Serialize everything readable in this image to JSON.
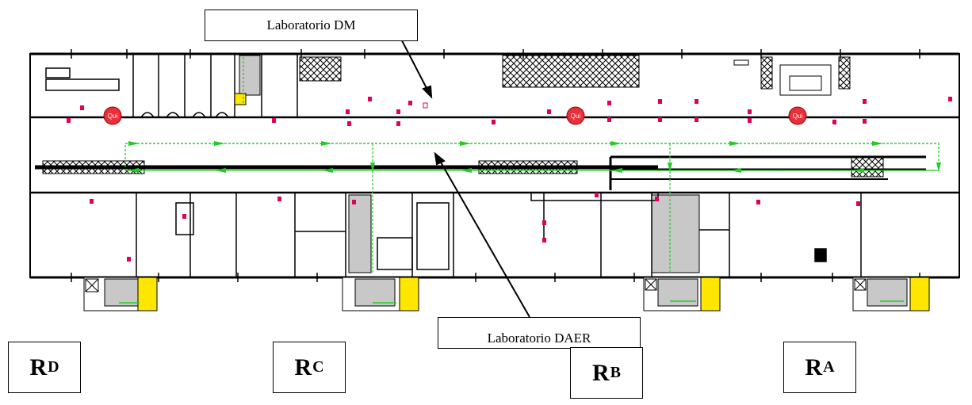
{
  "callouts": {
    "dm": "Laboratorio DM",
    "daer": "Laboratorio DAER"
  },
  "stairwells": [
    {
      "base": "R",
      "sub": "D"
    },
    {
      "base": "R",
      "sub": "C"
    },
    {
      "base": "R",
      "sub": "B"
    },
    {
      "base": "R",
      "sub": "A"
    }
  ],
  "hydrants": [
    "Qui",
    "Qui",
    "Qui"
  ],
  "colors": {
    "walls": "#000000",
    "escape_route": "#22cc22",
    "markers": "#e0005a",
    "hydrant": "#e8303a",
    "stair_fill": "#ffe600",
    "service_fill": "#c8c8c8"
  }
}
